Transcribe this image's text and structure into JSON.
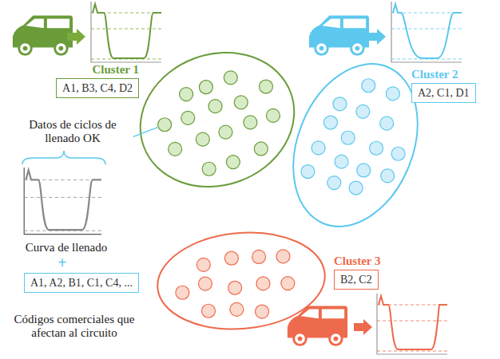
{
  "diagram": {
    "nodes": [
      {
        "text": [
          "Cluster 1",
          "A1, B3, C4, D2"
        ]
      },
      {
        "text": [
          "Cluster 2",
          "A2, C1, D1"
        ]
      },
      {
        "text": [
          "Cluster 3",
          "B2, C2"
        ]
      },
      {
        "text": [
          "A1, A2, B1, C1, C4, ..."
        ]
      }
    ],
    "labels": [
      "Datos de ciclos de llenado OK",
      "Curva de llenado",
      "+",
      "Códigos comerciales que afectan al circuito"
    ]
  }
}
